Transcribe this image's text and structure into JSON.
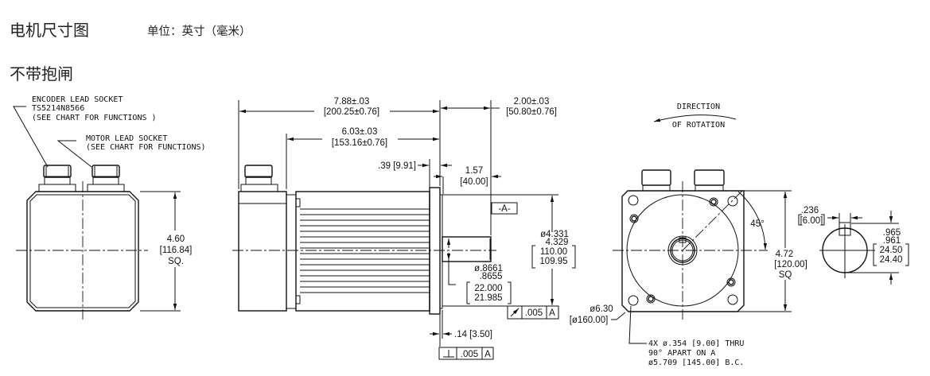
{
  "header": {
    "title": "电机尺寸图",
    "unit_label": "单位：英寸（毫米）",
    "section_title": "不带抱闸"
  },
  "end_view": {
    "encoder_label": [
      "ENCODER LEAD SOCKET",
      "TS5214N8566",
      "(SEE CHART FOR FUNCTIONS )"
    ],
    "motor_label": [
      "MOTOR LEAD SOCKET",
      "(SEE CHART FOR FUNCTIONS)"
    ],
    "height_dim": [
      "4.60",
      "[116.84]",
      "SQ."
    ]
  },
  "side_view": {
    "overall_length": [
      "7.88±.03",
      "[200.25±0.76]"
    ],
    "shaft_length": [
      "2.00±.03",
      "[50.80±0.76]"
    ],
    "body_length": [
      "6.03±.03",
      "[153.16±0.76]"
    ],
    "flange_thickness": ".39  [9.91]",
    "key_length": [
      "1.57",
      "[40.00]"
    ],
    "datum": "-A-",
    "pilot_dia": [
      "ø4.331",
      "4.329",
      "110.00",
      "109.95"
    ],
    "shaft_dia": [
      "ø.8661",
      ".8655",
      "22.000",
      "21.985"
    ],
    "runout_tol": ".005",
    "runout_datum": "A",
    "pilot_depth": ".14  [3.50]",
    "perp_tol": ".005",
    "perp_datum": "A",
    "bolt_circle_dia": [
      "ø6.30",
      "[ø160.00]"
    ]
  },
  "front_view": {
    "rotation": [
      "DIRECTION",
      "OF ROTATION"
    ],
    "angle": "45°",
    "square_dim": [
      "4.72",
      "[120.00]",
      "SQ"
    ],
    "hole_note": [
      "4X  ø.354  [9.00]  THRU",
      "90°  APART  ON  A",
      "ø5.709  [145.00]  B.C."
    ]
  },
  "shaft_section": {
    "key_width": [
      ".236",
      "[6.00]"
    ],
    "shaft_height": [
      ".965",
      ".961",
      "24.50",
      "24.40"
    ]
  }
}
